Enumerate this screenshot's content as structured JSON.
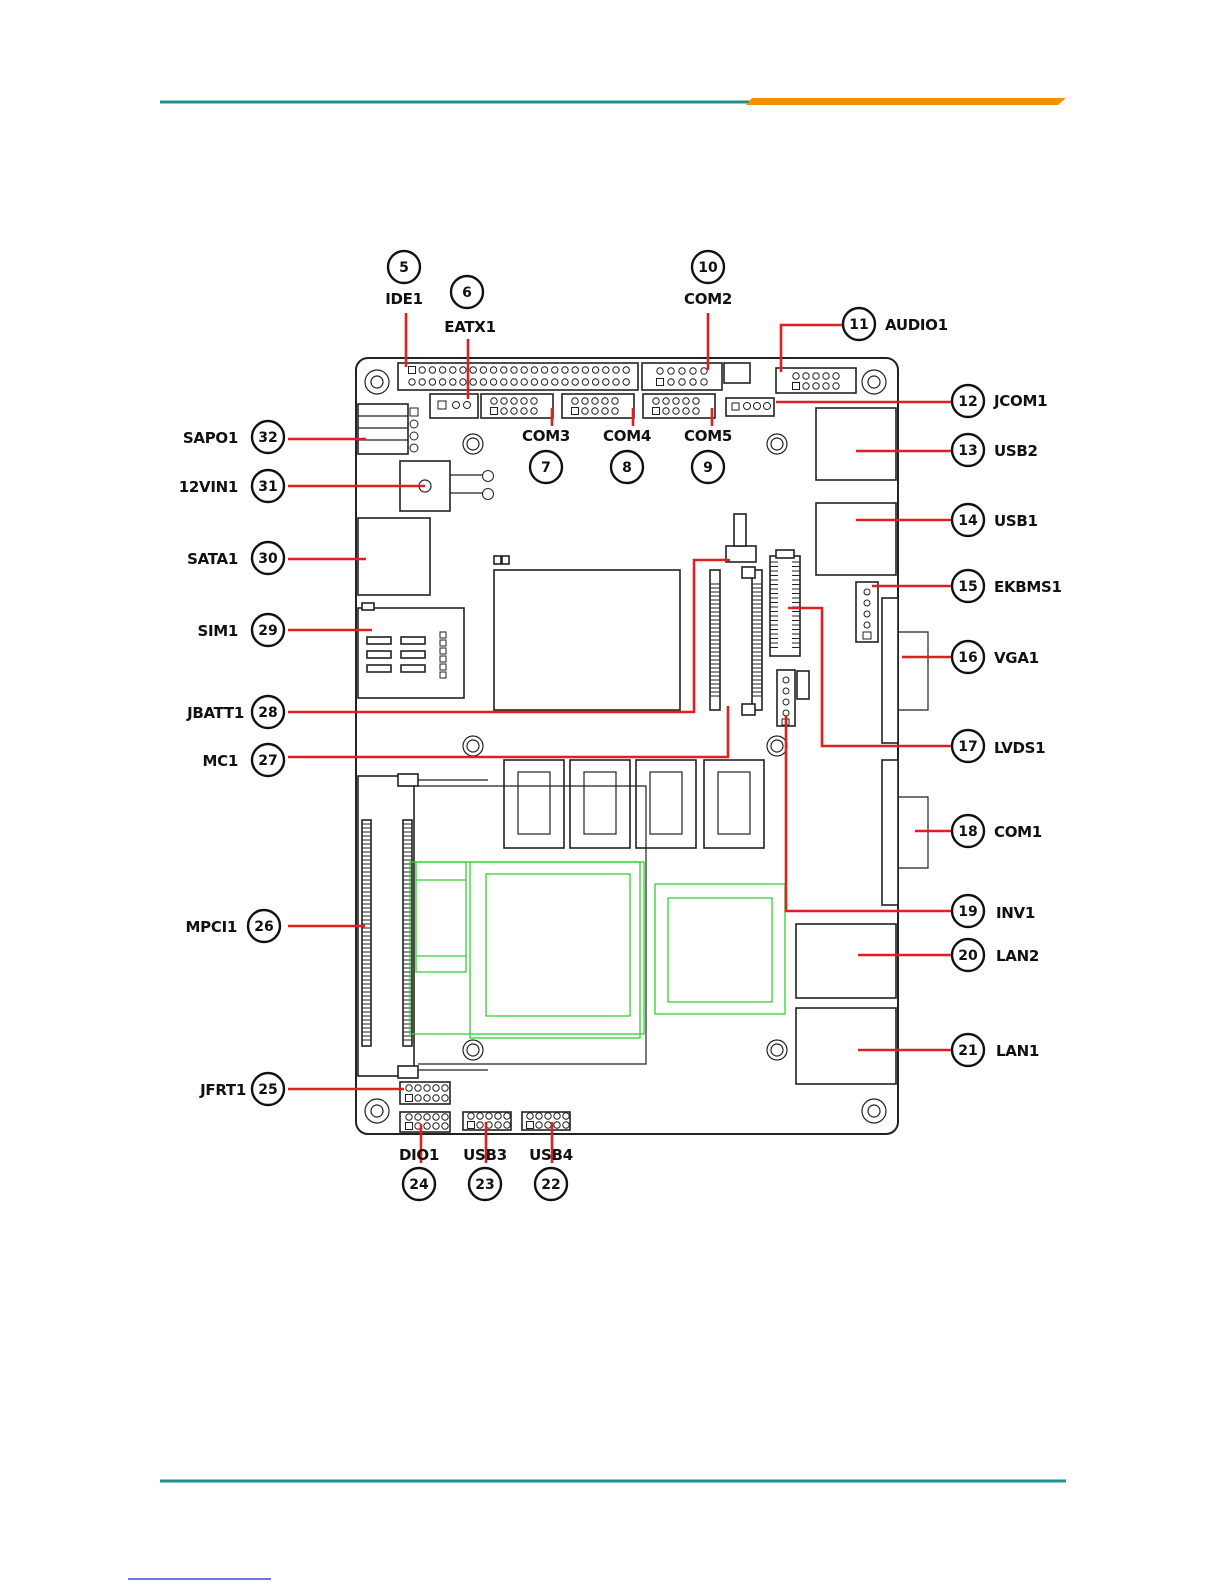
{
  "colors": {
    "accent_teal": "#1f8f8f",
    "accent_orange": "#f39200",
    "leader": "#e02020",
    "outline": "#222222",
    "green_outline": "#2fd12f"
  },
  "callouts": [
    {
      "num": "5",
      "label": "IDE1"
    },
    {
      "num": "6",
      "label": "EATX1"
    },
    {
      "num": "7",
      "label": "COM3"
    },
    {
      "num": "8",
      "label": "COM4"
    },
    {
      "num": "9",
      "label": "COM5"
    },
    {
      "num": "10",
      "label": "COM2"
    },
    {
      "num": "11",
      "label": "AUDIO1"
    },
    {
      "num": "12",
      "label": "JCOM1"
    },
    {
      "num": "13",
      "label": "USB2"
    },
    {
      "num": "14",
      "label": "USB1"
    },
    {
      "num": "15",
      "label": "EKBMS1"
    },
    {
      "num": "16",
      "label": "VGA1"
    },
    {
      "num": "17",
      "label": "LVDS1"
    },
    {
      "num": "18",
      "label": "COM1"
    },
    {
      "num": "19",
      "label": "INV1"
    },
    {
      "num": "20",
      "label": "LAN2"
    },
    {
      "num": "21",
      "label": "LAN1"
    },
    {
      "num": "22",
      "label": "USB4"
    },
    {
      "num": "23",
      "label": "USB3"
    },
    {
      "num": "24",
      "label": "DIO1"
    },
    {
      "num": "25",
      "label": "JFRT1"
    },
    {
      "num": "26",
      "label": "MPCI1"
    },
    {
      "num": "27",
      "label": "MC1"
    },
    {
      "num": "28",
      "label": "JBATT1"
    },
    {
      "num": "29",
      "label": "SIM1"
    },
    {
      "num": "30",
      "label": "SATA1"
    },
    {
      "num": "31",
      "label": "12VIN1"
    },
    {
      "num": "32",
      "label": "SAPO1"
    }
  ]
}
